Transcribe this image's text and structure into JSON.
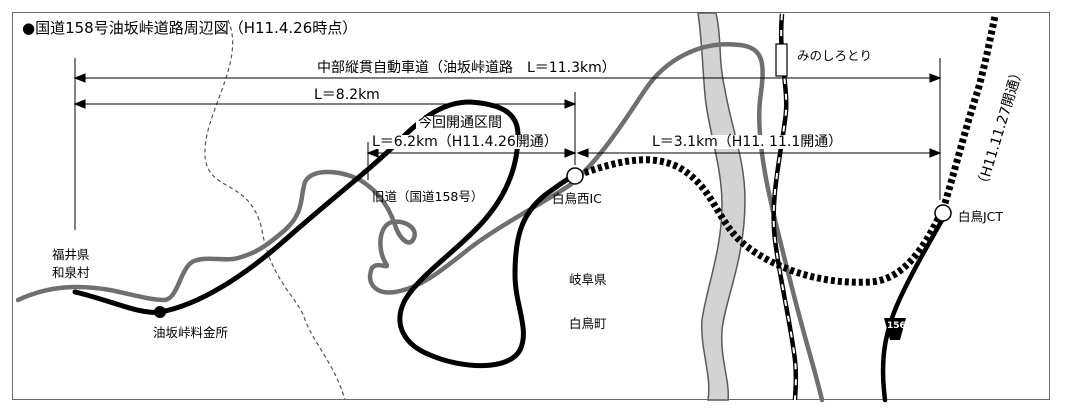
{
  "map": {
    "title": "●国道158号油坂峠道路周辺図（H11.4.26時点）",
    "dimensions": {
      "total": "中部縦貫自動車道（油坂峠道路　L＝11.3km）",
      "first": "L＝8.2km",
      "current_heading": "今回開通区間",
      "current": "L＝6.2km（H11.4.26開通）",
      "second": "L＝3.1km（H11. 11.1開通）"
    },
    "places": {
      "fukui_pref": "福井県",
      "izumi_village": "和泉村",
      "gifu_pref": "岐阜県",
      "shirotori_town": "白鳥町",
      "tollgate": "油坂峠料金所",
      "old_road": "旧道（国道158号）",
      "shirotori_nishi_ic": "白鳥西IC",
      "shirotori_jct": "白鳥JCT",
      "minoshirotori": "みのしろとり",
      "future_opening": "（H11.11.27開通）",
      "route_number": "156"
    },
    "colors": {
      "expressway": "#000000",
      "old_road": "#6f6f6f",
      "river": "#d3d3d3",
      "river_edge": "#5a5a5a",
      "boundary": "#555555",
      "railway": "#000000"
    }
  }
}
